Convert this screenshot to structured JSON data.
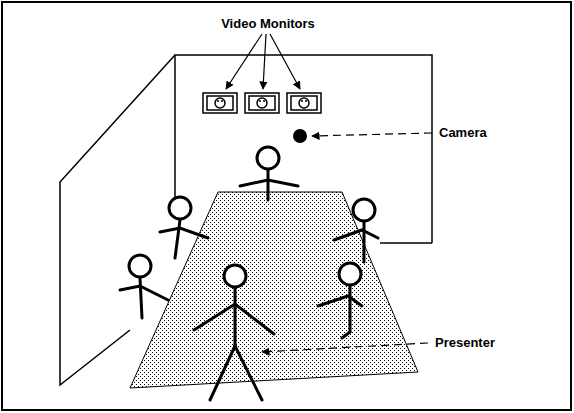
{
  "diagram": {
    "labels": [
      "Video Monitors",
      "Camera",
      "Presenter"
    ]
  }
}
